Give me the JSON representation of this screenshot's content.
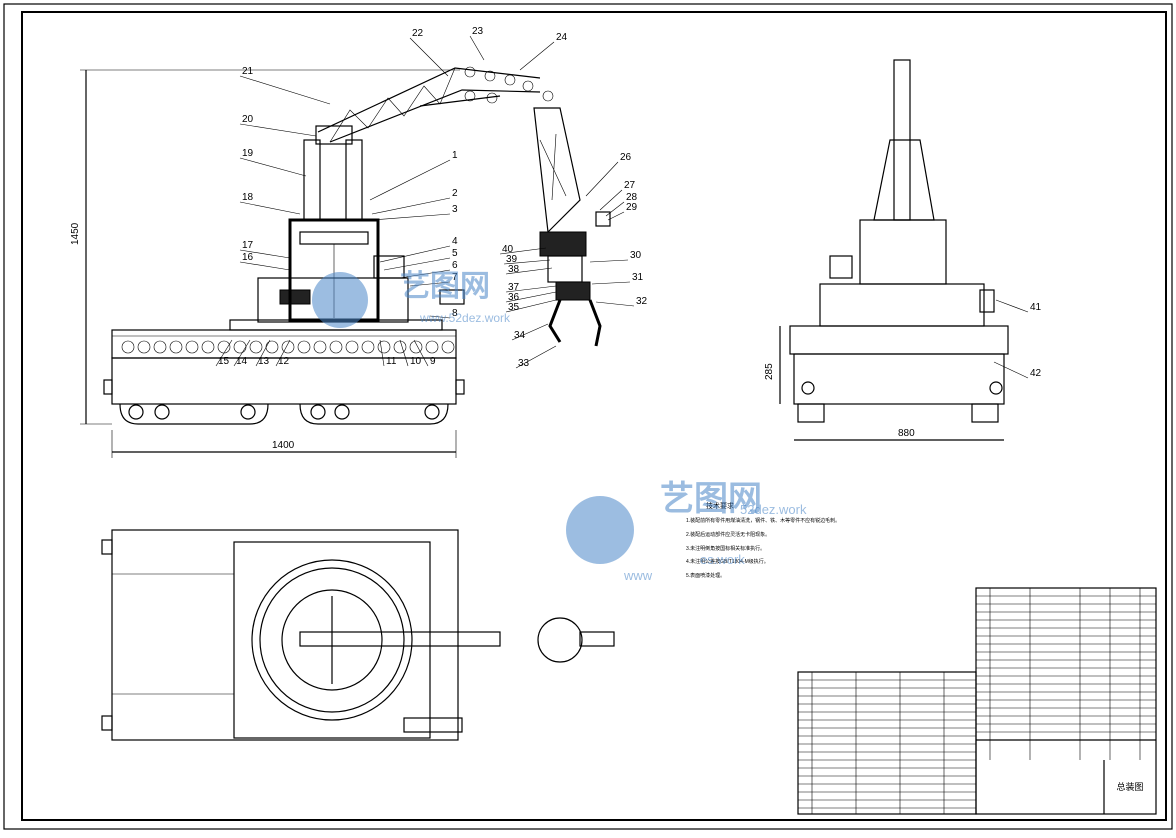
{
  "drawing": {
    "callouts": [
      "1",
      "2",
      "3",
      "4",
      "5",
      "6",
      "7",
      "8",
      "9",
      "10",
      "11",
      "12",
      "13",
      "14",
      "15",
      "16",
      "17",
      "18",
      "19",
      "20",
      "21",
      "22",
      "23",
      "24",
      "26",
      "27",
      "28",
      "29",
      "30",
      "31",
      "32",
      "33",
      "34",
      "35",
      "36",
      "37",
      "38",
      "39",
      "40",
      "41",
      "42"
    ],
    "dimensions": {
      "height": "1450",
      "length": "1400",
      "width": "880",
      "base_height": "285"
    }
  },
  "watermark": {
    "brand": "艺图网",
    "url_lower": "www.52dez.work",
    "url_upper": "52dez.work",
    "url_mid": "es.work",
    "url_low": "www"
  },
  "tech_requirements": {
    "title": "技术要求",
    "items": [
      "1.装配前所有零件用煤油清洗，钢件、铁、木等零件不应有锐边毛刺。",
      "2.装配后运动部件应灵活无卡阻现象。",
      "3.未注明倒角按国标相关标准执行。",
      "4.未注明公差按GB/T1804-M级执行。",
      "5.表面喷漆处理。"
    ]
  },
  "title_block": {
    "drawing_name": "总装图"
  },
  "colors": {
    "line": "#000000",
    "watermark": "#4a86c8",
    "paper": "#ffffff"
  }
}
